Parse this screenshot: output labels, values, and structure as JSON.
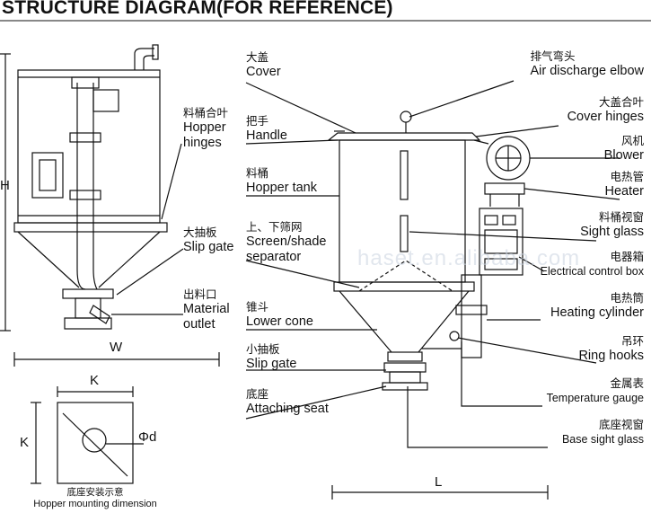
{
  "title": "STRUCTURE DIAGRAM(FOR REFERENCE)",
  "watermark": "haset.en.alibaba.com",
  "left_labels": [
    {
      "key": "hopper_hinges",
      "zh": "料桶合叶",
      "en": "Hopper\nhinges"
    },
    {
      "key": "slip_gate_large",
      "zh": "大抽板",
      "en": "Slip gate"
    },
    {
      "key": "material_outlet",
      "zh": "出料口",
      "en": "Material\noutlet"
    }
  ],
  "center_labels": [
    {
      "key": "cover",
      "zh": "大盖",
      "en": "Cover"
    },
    {
      "key": "handle",
      "zh": "把手",
      "en": "Handle"
    },
    {
      "key": "hopper_tank",
      "zh": "料桶",
      "en": "Hopper tank"
    },
    {
      "key": "screen",
      "zh": "上、下筛网",
      "en": "Screen/shade\nseparator"
    },
    {
      "key": "lower_cone",
      "zh": "锥斗",
      "en": "Lower cone"
    },
    {
      "key": "slip_gate_small",
      "zh": "小抽板",
      "en": "Slip gate"
    },
    {
      "key": "attaching_seat",
      "zh": "底座",
      "en": "Attaching seat"
    }
  ],
  "right_labels": [
    {
      "key": "air_elbow",
      "zh": "排气弯头",
      "en": "Air discharge elbow"
    },
    {
      "key": "cover_hinges",
      "zh": "大盖合叶",
      "en": "Cover hinges"
    },
    {
      "key": "blower",
      "zh": "风机",
      "en": "Blower"
    },
    {
      "key": "heater",
      "zh": "电热管",
      "en": "Heater"
    },
    {
      "key": "sight_glass",
      "zh": "料桶视窗",
      "en": "Sight glass"
    },
    {
      "key": "control_box",
      "zh": "电器箱",
      "en": "Electrical control box"
    },
    {
      "key": "heating_cylinder",
      "zh": "电热筒",
      "en": "Heating cylinder"
    },
    {
      "key": "ring_hooks",
      "zh": "吊环",
      "en": "Ring hooks"
    },
    {
      "key": "temp_gauge",
      "zh": "金属表",
      "en": "Temperature gauge"
    },
    {
      "key": "base_sight",
      "zh": "底座视窗",
      "en": "Base sight glass"
    }
  ],
  "dimensions": {
    "w": "W",
    "k_top": "K",
    "k_side": "K",
    "d": "Φd",
    "l": "L",
    "h": "H"
  },
  "mounting_caption": {
    "zh": "底座安装示意",
    "en": "Hopper mounting dimension"
  },
  "colors": {
    "line": "#111111",
    "watermark": "#c9d3e0"
  }
}
